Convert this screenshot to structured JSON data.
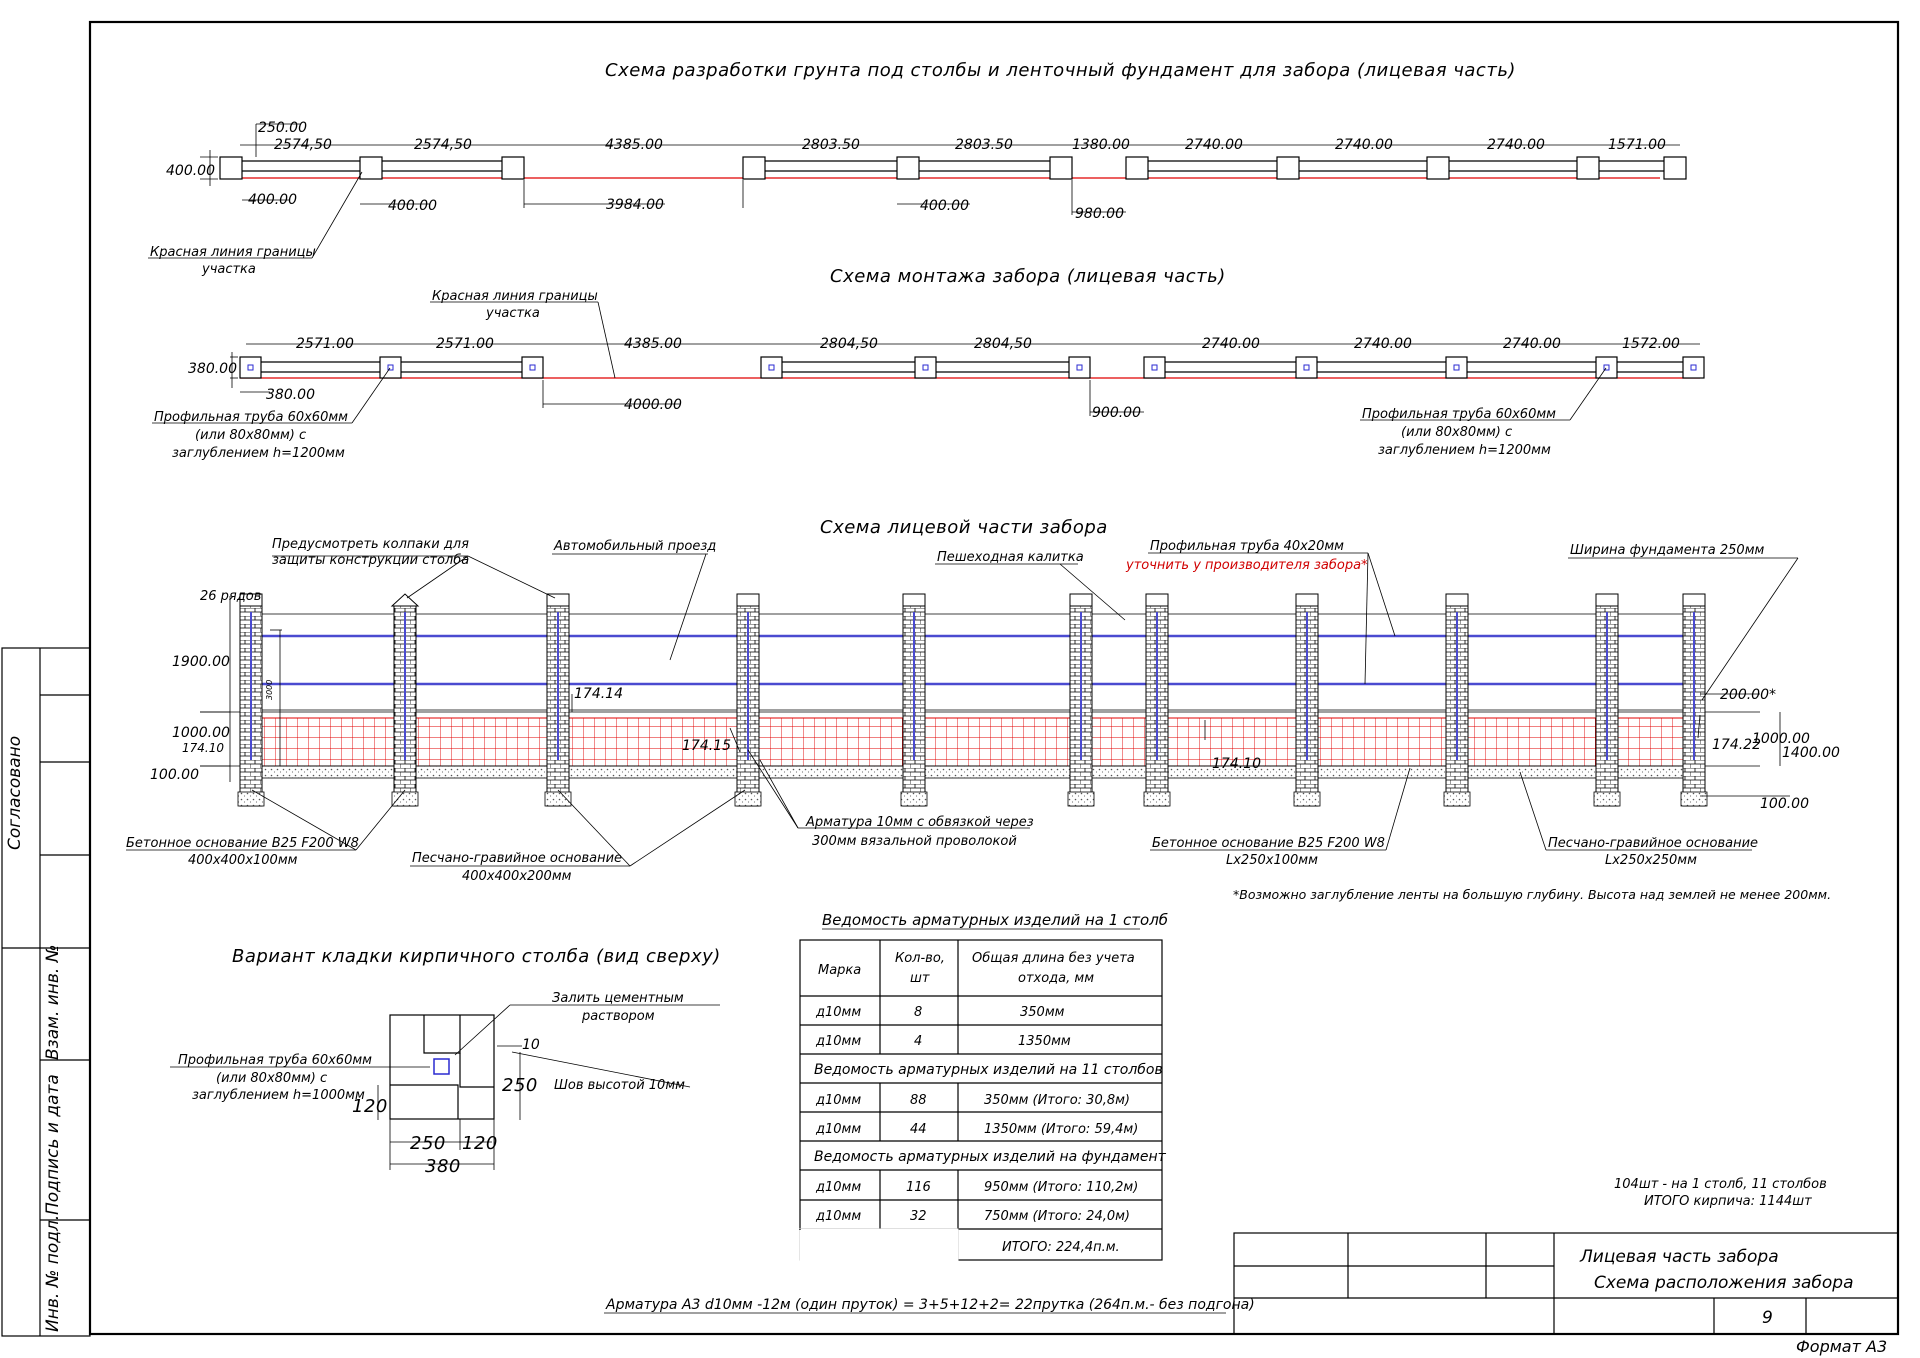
{
  "titles": {
    "excavation": "Схема разработки грунта под столбы и ленточный фундамент для забора (лицевая часть)",
    "mounting": "Схема монтажа забора (лицевая часть)",
    "facade": "Схема лицевой части забора",
    "brick_top": "Вариант кладки кирпичного столба (вид сверху)"
  },
  "excavation_dims": {
    "d250": "250.00",
    "d400h": "400.00",
    "d400a": "400.00",
    "d400b": "400.00",
    "d400c": "400.00",
    "s1": "2574,50",
    "s2": "2574,50",
    "gap": "4385.00",
    "inner": "3984.00",
    "s3": "2803.50",
    "s4": "2803.50",
    "s5": "1380.00",
    "d980": "980.00",
    "s6": "2740.00",
    "s7": "2740.00",
    "s8": "2740.00",
    "s9": "1571.00"
  },
  "mounting_dims": {
    "d380h": "380.00",
    "d380": "380.00",
    "s1": "2571.00",
    "s2": "2571.00",
    "gap": "4385.00",
    "inner": "4000.00",
    "s3": "2804,50",
    "s4": "2804,50",
    "d900": "900.00",
    "s6": "2740.00",
    "s7": "2740.00",
    "s8": "2740.00",
    "s9": "1572.00"
  },
  "labels": {
    "red_line_1": "Красная линия границы",
    "red_line_2": "участка",
    "red_line_b1": "Красная линия границы",
    "red_line_b2": "участка",
    "pipe_l1": "Профильная труба 60х60мм",
    "pipe_l2": "(или 80х80мм) с",
    "pipe_l3": "заглублением h=1200мм",
    "pipe_r1": "Профильная труба 60х60мм",
    "pipe_r2": "(или 80х80мм) с",
    "pipe_r3": "заглублением h=1200мм",
    "caps_1": "Предусмотреть колпаки для",
    "caps_2": "защиты конструкции столба",
    "auto": "Автомобильный проезд",
    "gate": "Пешеходная калитка",
    "pipe40_1": "Профильная труба 40х20мм",
    "pipe40_2": "уточнить у производителя забора*",
    "width_f": "Ширина фундамента 250мм",
    "rows26": "26 рядов",
    "h1900": "1900.00",
    "h1000": "1000.00",
    "h174_10": "174.10",
    "h100": "100.00",
    "h3000": "3000",
    "h174_14": "174.14",
    "h174_15": "174.15",
    "h174_10b": "174.10",
    "h200": "200.00*",
    "h174_22": "174.22",
    "h1000r": "1000.00",
    "h1400": "1400.00",
    "h100r": "100.00",
    "concrete_l1": "Бетонное основание B25 F200 W8",
    "concrete_l2": "400х400х100мм",
    "sand_l1": "Песчано-гравийное основание",
    "sand_l2": "400х400х200мм",
    "rebar1": "Арматура 10мм с обвязкой через",
    "rebar2": "300мм вязальной проволокой",
    "concrete_r1": "Бетонное основание B25 F200 W8",
    "concrete_r2": "Lх250х100мм",
    "sand_r1": "Песчано-гравийное основание",
    "sand_r2": "Lх250х250мм",
    "note": "*Возможно заглубление ленты на большую глубину. Высота над землей не менее 200мм.",
    "cement1": "Залить цементным",
    "cement2": "раствором",
    "bpipe1": "Профильная труба 60х60мм",
    "bpipe2": "(или 80х80мм) с",
    "bpipe3": "заглублением h=1000мм",
    "seam": "Шов высотой 10мм",
    "b10": "10",
    "b250v": "250",
    "b120": "120",
    "b250h": "250",
    "b120h": "120",
    "b380": "380",
    "bricks1": "104шт - на 1 столб, 11 столбов",
    "bricks2": "ИТОГО кирпича: 1144шт",
    "rebar_total": "Арматура А3 d10мм -12м (один пруток) = 3+5+12+2= 22прутка (264п.м.- без подгона)"
  },
  "table": {
    "caption": "Ведомость арматурных изделий на 1 столб",
    "headers": [
      "Марка",
      "Кол-во, шт",
      "Общая длина без учета отхода, мм"
    ],
    "h2a": "Кол-во,",
    "h2b": "шт",
    "h3a": "Общая длина без учета",
    "h3b": "отхода, мм",
    "rows1": [
      [
        "д10мм",
        "8",
        "350мм"
      ],
      [
        "д10мм",
        "4",
        "1350мм"
      ]
    ],
    "sec2": "Ведомость арматурных изделий на 11 столбов",
    "rows2": [
      [
        "д10мм",
        "88",
        "350мм (Итого: 30,8м)"
      ],
      [
        "д10мм",
        "44",
        "1350мм (Итого: 59,4м)"
      ]
    ],
    "sec3": "Ведомость арматурных изделий на фундамент",
    "rows3": [
      [
        "д10мм",
        "116",
        "950мм (Итого: 110,2м)"
      ],
      [
        "д10мм",
        "32",
        "750мм (Итого: 24,0м)"
      ]
    ],
    "total": "ИТОГО: 224,4п.м."
  },
  "stamp": {
    "title1": "Лицевая часть забора",
    "title2": "Схема расположения забора",
    "sheet": "9",
    "format": "Формат А3"
  },
  "side": {
    "agreed": "Согласовано",
    "inv_zam": "Взам. инв. №",
    "sign": "Подпись и дата",
    "inv_orig": "Инв. № подл."
  }
}
